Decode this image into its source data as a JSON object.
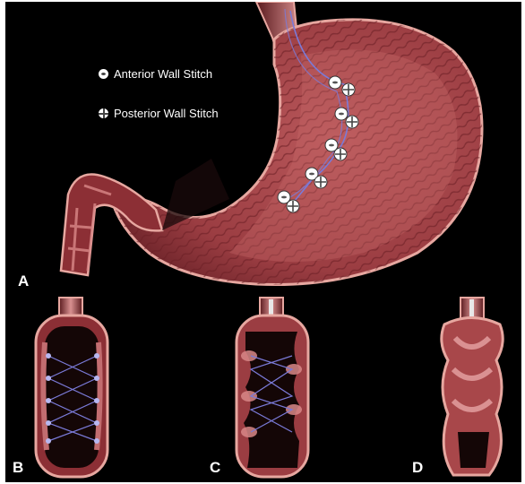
{
  "legend": {
    "anterior_label": "Anterior Wall Stitch",
    "posterior_label": "Posterior Wall Stitch"
  },
  "panels": {
    "a": "A",
    "b": "B",
    "c": "C",
    "d": "D"
  },
  "colors": {
    "background": "#000000",
    "tissue": "#a8474a",
    "tissue_light": "#d98888",
    "tissue_dark": "#5a1a1e",
    "wall_outline": "#e7a7a0",
    "suture": "#7a7ad8"
  }
}
